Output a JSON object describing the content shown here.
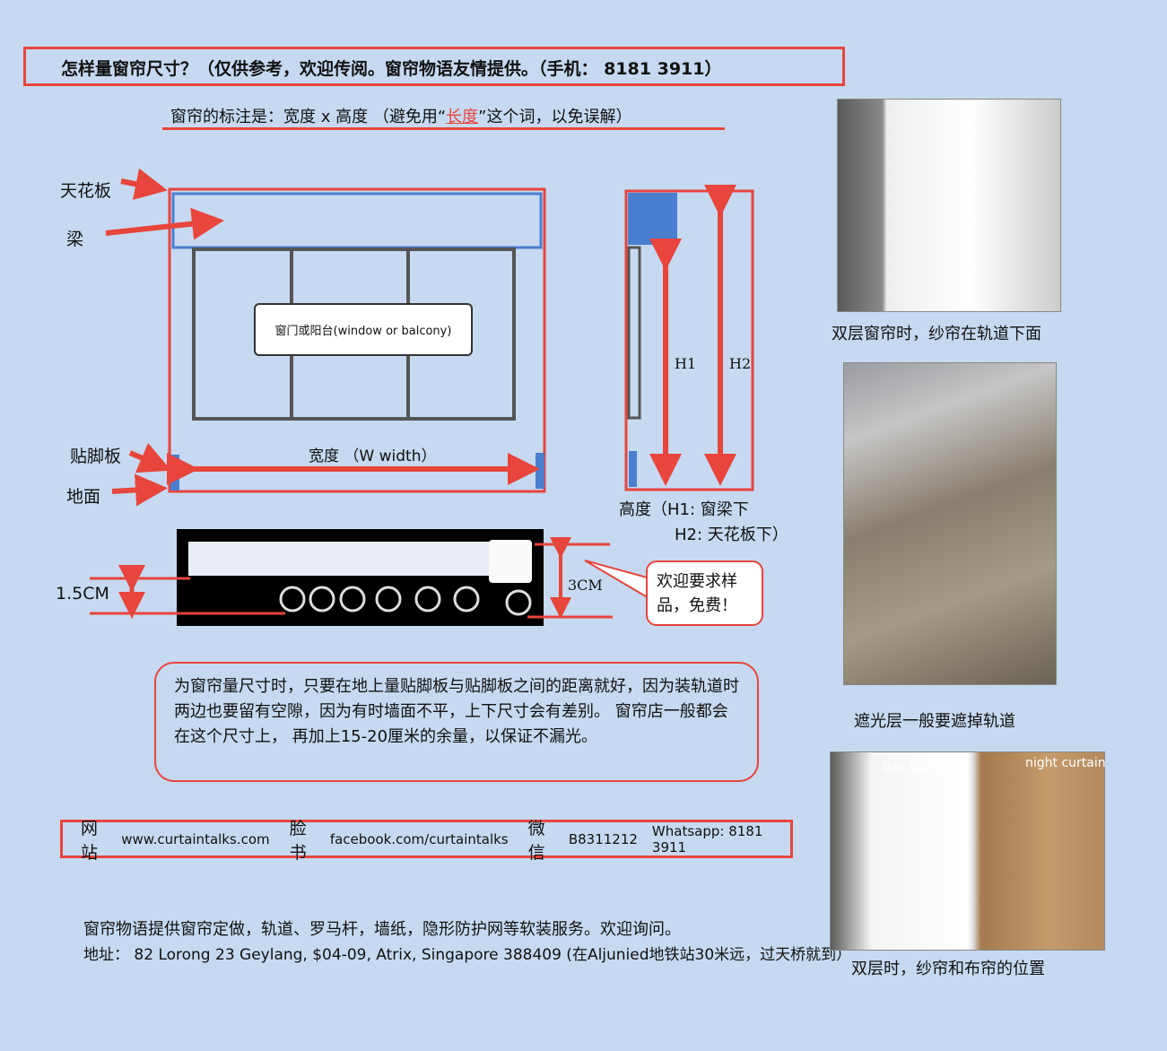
{
  "title": "怎样量窗帘尺寸？（仅供参考，欢迎传阅。窗帘物语友情提供。（手机：  8181  3911）",
  "notation": {
    "prefix": "窗帘的标注是：宽度 x 高度 （避免用“",
    "highlight": "长度",
    "suffix": "”这个词，以免误解）"
  },
  "labels": {
    "ceiling": "天花板",
    "beam": "梁",
    "skirting": "贴脚板",
    "floor": "地面",
    "window": "窗门或阳台(window or balcony)",
    "width": "宽度  （W  width）",
    "h1": "H1",
    "h2": "H2",
    "height_line1": "高度（H1: 窗梁下",
    "height_line2": "H2:  天花板下）",
    "rail_height": "1.5CM",
    "rail_depth": "3CM"
  },
  "callout": "欢迎要求样品，免费！",
  "note": "为窗帘量尺寸时，只要在地上量贴脚板与贴脚板之间的距离就好，因为装轨道时两边也要留有空隙，因为有时墙面不平，上下尺寸会有差别。  窗帘店一般都会在这个尺寸上，  再加上15-20厘米的余量，以保证不漏光。",
  "contact": {
    "site_label": "网站",
    "site": "www.curtaintalks.com",
    "fb_label": "脸书",
    "fb": "facebook.com/curtaintalks",
    "wechat_label": "微信",
    "wechat": "B8311212",
    "whatsapp": "Whatsapp: 8181 3911"
  },
  "services": "窗帘物语提供窗帘定做，轨道、罗马杆，墙纸，隐形防护网等软装服务。欢迎询问。",
  "address": "地址：  82  Lorong 23 Geylang, $04-09, Atrix, Singapore 388409 (在Aljunied地铁站30米远，过天桥就到）",
  "photos": [
    {
      "caption": "双层窗帘时，纱帘在轨道下面"
    },
    {
      "caption": "遮光层一般要遮掉轨道"
    },
    {
      "caption": "双层时，纱帘和布帘的位置",
      "tag_day": "day Curtain",
      "tag_night": "night curtain"
    }
  ]
}
